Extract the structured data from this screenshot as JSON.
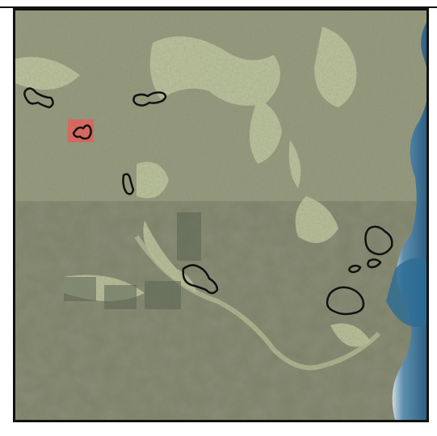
{
  "map": {
    "type": "aerial-imagery",
    "annotations": {
      "outlined_areas": 8,
      "highlighted_areas": 1
    },
    "colors": {
      "outline": "#111111",
      "highlight": "#e0605a",
      "ocean": "#1f5f86",
      "shore": "#c9d6e2",
      "land_light": "#a7ae8c",
      "land_dark": "#6f7358",
      "cleared": "#c8d0a6"
    }
  }
}
